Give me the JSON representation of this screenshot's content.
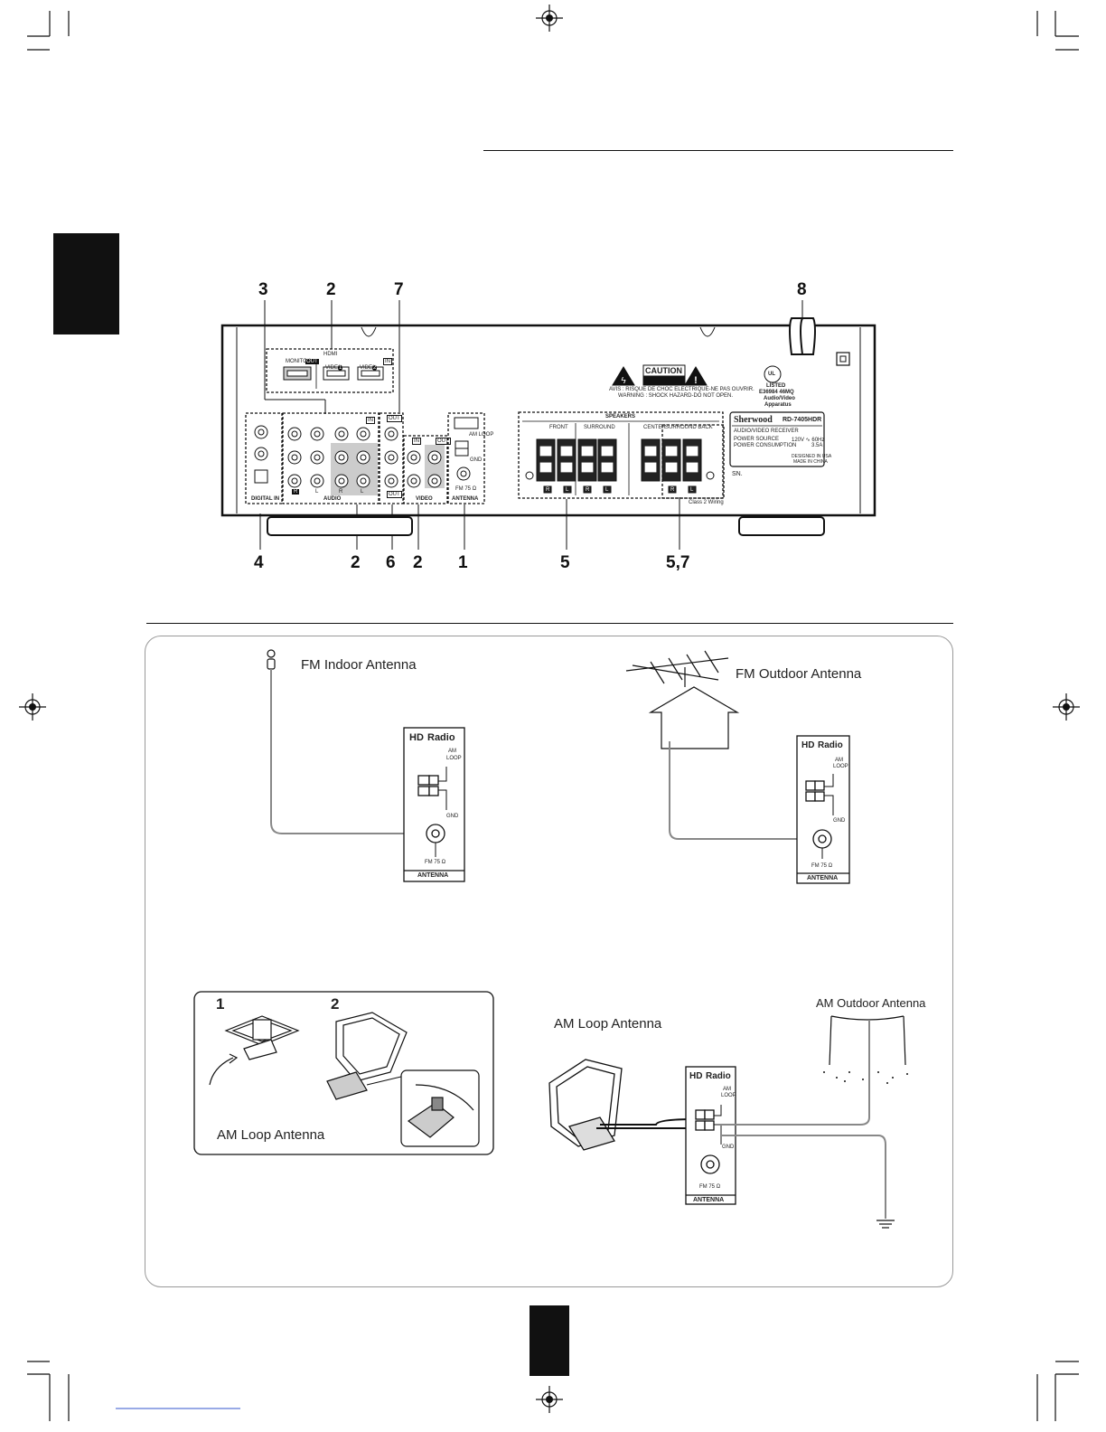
{
  "tabs": {
    "side_tab_color": "#111111",
    "bottom_tab_color": "#111111"
  },
  "rear_panel": {
    "callouts_top": [
      "3",
      "2",
      "7",
      "8"
    ],
    "callouts_bottom": [
      "4",
      "2",
      "6",
      "2",
      "1",
      "5",
      "5,7"
    ],
    "hdmi": {
      "title": "HDMI",
      "monitor": "MONITOR",
      "out": "OUT",
      "video1": "VIDEO",
      "video2": "VIDEO",
      "in": "IN",
      "num1": "1",
      "num2": "2"
    },
    "labels": {
      "digital_in": "DIGITAL IN",
      "audio": "AUDIO",
      "video": "VIDEO",
      "antenna": "ANTENNA",
      "in": "IN",
      "out": "OUT",
      "am_loop": "AM LOOP",
      "gnd": "GND",
      "fm": "FM 75 Ω",
      "speakers": "SPEAKERS",
      "front": "FRONT",
      "surround": "SURROUND",
      "center": "CENTER",
      "surround_back": "SURROUND BACK",
      "r": "R",
      "l": "L",
      "class2": "Class 2 Wiring",
      "sn": "SN."
    },
    "caution": {
      "title": "CAUTION",
      "line1": "AVIS : RISQUE DE CHOC ELECTRIQUE-NE PAS OUVRIR.",
      "line2": "WARNING : SHOCK HAZARD-DO NOT OPEN."
    },
    "ul": {
      "mark": "UL",
      "listed": "LISTED",
      "code": "E36984 46MQ",
      "line3": "Audio/Video",
      "line4": "Apparatus"
    },
    "label_plate": {
      "brand": "Sherwood",
      "model": "RD-7405HDR",
      "desc": "AUDIO/VIDEO RECEIVER",
      "power_source": "POWER SOURCE",
      "power_consumption": "POWER CONSUMPTION",
      "voltage": "120V ∿ 60Hz",
      "amps": "3.5A",
      "designed": "DESIGNED IN USA",
      "made": "MADE IN CHINA"
    }
  },
  "antenna_box": {
    "fm_indoor": "FM Indoor Antenna",
    "fm_outdoor": "FM Outdoor Antenna",
    "am_loop_assembly": "AM Loop Antenna",
    "am_loop": "AM Loop Antenna",
    "am_outdoor": "AM Outdoor Antenna",
    "step1": "1",
    "step2": "2",
    "panel": {
      "hd": "HD",
      "radio": "Radio",
      "am": "AM",
      "loop": "LOOP",
      "gnd": "GND",
      "fm": "FM 75 Ω",
      "antenna": "ANTENNA"
    }
  }
}
